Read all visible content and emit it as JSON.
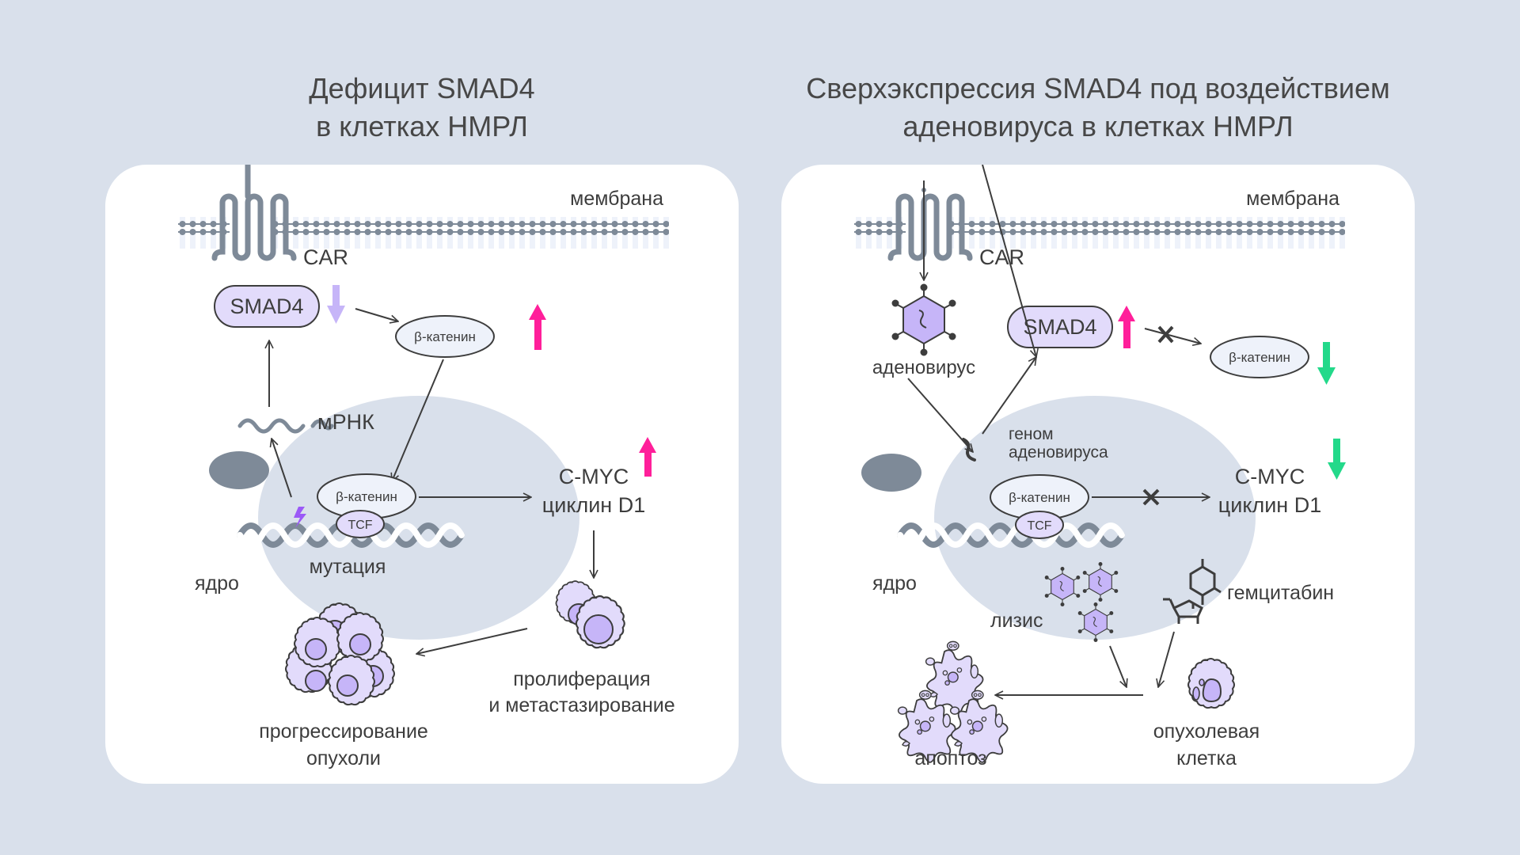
{
  "colors": {
    "background": "#d9e0eb",
    "panel": "#ffffff",
    "membrane": "#7e8a98",
    "nucleus": "#d9e0eb",
    "nucleolus": "#7e8a98",
    "protein_fill": "#e2dbfb",
    "cell_fill": "#e2dbfb",
    "cell_nucleus": "#c6b5f8",
    "up_arrow": "#ff1f9a",
    "down_arrow_green": "#23d98a",
    "down_arrow_lilac": "#c6b5f8",
    "mutation": "#9b59f7",
    "line": "#3d3d3d"
  },
  "left": {
    "title_line1": "Дефицит SMAD4",
    "title_line2": "в клетках НМРЛ",
    "membrane_label": "мембрана",
    "receptor_label": "CAR",
    "smad4_label": "SMAD4",
    "smad4_trend": "down",
    "beta_catenin_label": "β-катенин",
    "beta_catenin_trend": "up",
    "mrna_label": "мРНК",
    "complex_beta_label": "β-катенин",
    "tcf_label": "TCF",
    "mutation_label": "мутация",
    "nucleus_label": "ядро",
    "targets_line1": "C-MYC",
    "targets_line2": "циклин D1",
    "targets_trend": "up",
    "proliferation_line1": "пролиферация",
    "proliferation_line2": "и метастазирование",
    "progression_line1": "прогрессирование",
    "progression_line2": "опухоли"
  },
  "right": {
    "title_line1": "Сверхэкспрессия SMAD4 под воздействием",
    "title_line2": "аденовируса в клетках НМРЛ",
    "membrane_label": "мембрана",
    "receptor_label": "CAR",
    "adenovirus_label": "аденовирус",
    "smad4_label": "SMAD4",
    "smad4_trend": "up",
    "beta_catenin_label": "β-катенин",
    "beta_catenin_trend": "down",
    "genome_line1": "геном",
    "genome_line2": "аденовируса",
    "complex_beta_label": "β-катенин",
    "tcf_label": "TCF",
    "nucleus_label": "ядро",
    "targets_line1": "C-MYC",
    "targets_line2": "циклин D1",
    "targets_trend": "down",
    "lysis_label": "лизис",
    "drug_label": "гемцитабин",
    "tumor_line1": "опухолевая",
    "tumor_line2": "клетка",
    "apoptosis_label": "апоптоз"
  }
}
